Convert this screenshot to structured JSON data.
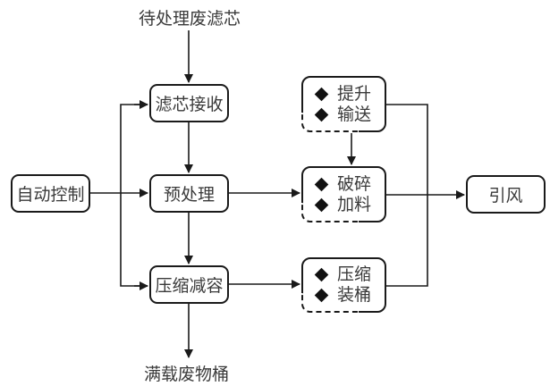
{
  "diagram": {
    "input_label": "待处理废滤芯",
    "output_label": "满载废物桶",
    "control_box": "自动控制",
    "process_steps": [
      {
        "id": "receive",
        "label": "滤芯接收"
      },
      {
        "id": "pretreat",
        "label": "预处理"
      },
      {
        "id": "compress",
        "label": "压缩减容"
      }
    ],
    "sub_units": [
      {
        "id": "lift",
        "items": [
          "提升",
          "输送"
        ]
      },
      {
        "id": "crush",
        "items": [
          "破碎",
          "加料"
        ]
      },
      {
        "id": "pack",
        "items": [
          "压缩",
          "装桶"
        ]
      }
    ],
    "exhaust_box": "引风",
    "bullet_icon": "diamond",
    "colors": {
      "line": "#1a1a1a",
      "text": "#3a3a3a",
      "background": "#ffffff"
    }
  }
}
